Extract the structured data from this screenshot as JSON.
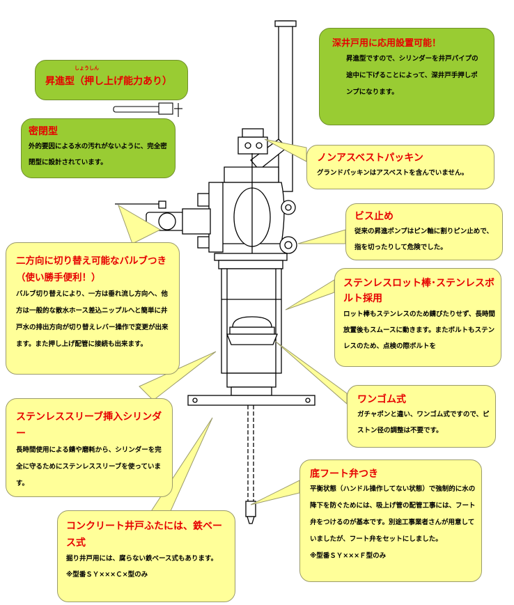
{
  "callouts": {
    "deep_well": {
      "title": "深井戸用に応用設置可能！",
      "body": "昇進型ですので、シリンダーを井戸パイプの途中に下げることによって、深井戸手押しポンプになります。"
    },
    "lift_type": {
      "ruby": "しょうしん",
      "title": "昇進型（押し上げ能力あり）"
    },
    "sealed": {
      "title": "密閉型",
      "body": "外的要因による水の汚れがないように、完全密閉型に設計されています。"
    },
    "non_asbestos": {
      "title": "ノンアスベストパッキン",
      "body": "グランドパッキンはアスベストを含んでいません。"
    },
    "screw_stop": {
      "title": "ビス止め",
      "body": "従来の昇進ポンプはピン軸に割りピン止めで、指を切ったりして危険でした。"
    },
    "valve": {
      "title": "二方向に切り替え可能なバルブつき（使い勝手便利！）",
      "body": "バルブ切り替えにより、一方は垂れ流し方向へ、他方は一般的な散水ホース差込ニップルへと簡単に井戸水の排出方向が切り替えレバー操作で変更が出来ます。また押し上げ配管に接続も出来ます。"
    },
    "stainless_rod": {
      "title": "ステンレスロット棒･ステンレスボルト採用",
      "body": "ロット棒もステンレスのため錆びたりせず、長時間放置後もスムースに動きます。またボルトもステンレスのため、点検の際ボルトを"
    },
    "one_rubber": {
      "title": "ワンゴム式",
      "body": "ガチャポンと違い、ワンゴム式ですので、ピストン径の調整は不要です。"
    },
    "sleeve": {
      "title": "ステンレススリーブ挿入シリンダー",
      "body": "長時間使用による錆や磨耗から、シリンダーを完全に守るためにステンレススリーブを使っています。"
    },
    "foot_valve": {
      "title": "底フート弁つき",
      "body": "平衡状態（ハンドル操作してない状態）で強制的に水の降下を防ぐためには、吸上げ管の配管工事には、フート弁をつけるのが基本です。別途工事業者さんが用意していましたが、フート弁をセットにしました。",
      "note": "※型番ＳＹ×××Ｆ型のみ"
    },
    "concrete_lid": {
      "title": "コンクリート井戸ふたには、鉄ベース式",
      "body": "掘り井戸用には、腐らない鉄ベース式もあります。",
      "note": "※型番ＳＹ×××Ｃ×型のみ"
    }
  },
  "colors": {
    "title_red": "#e60000",
    "callout_yellow": "#ffff99",
    "callout_green": "#99cc33"
  }
}
